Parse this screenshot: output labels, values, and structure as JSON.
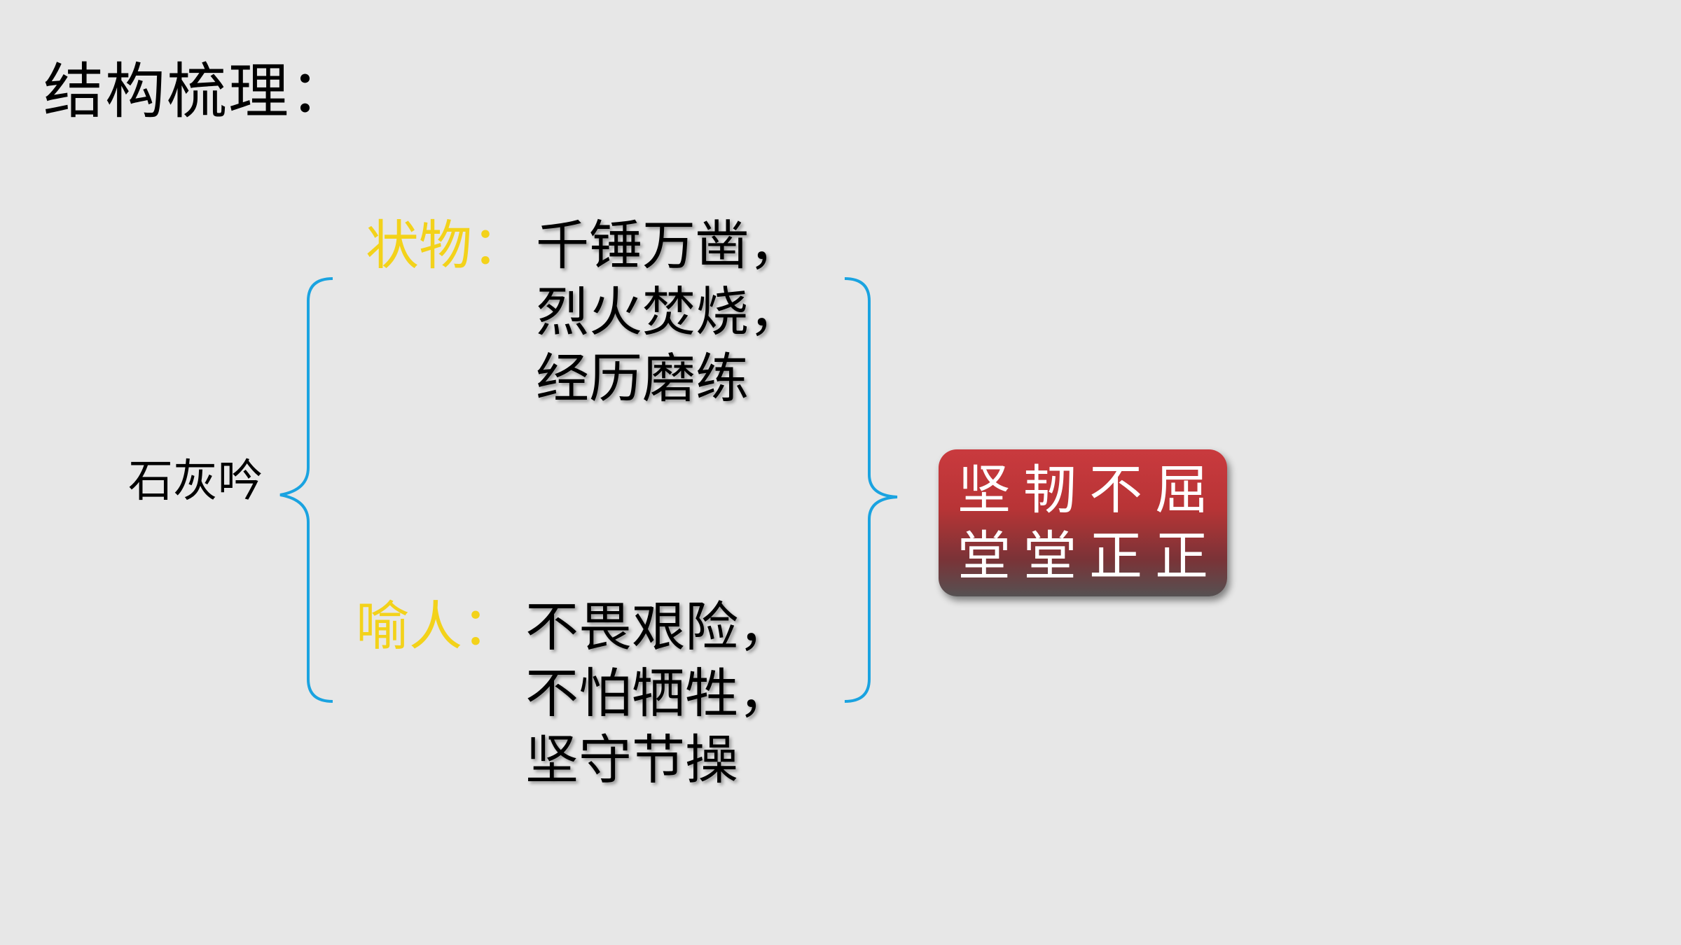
{
  "title": "结构梳理：",
  "root": "石灰吟",
  "branches": [
    {
      "label": "状物：",
      "lines": [
        "千锤万凿，",
        "烈火焚烧，",
        "经历磨练"
      ]
    },
    {
      "label": "喻人：",
      "lines": [
        "不畏艰险，",
        "不怕牺牲，",
        "坚守节操"
      ]
    }
  ],
  "conclusion": {
    "lines": [
      "坚韧不屈",
      "堂堂正正"
    ]
  },
  "colors": {
    "background": "#e7e7e7",
    "label": "#f3d21a",
    "brace": "#1aa3e0",
    "badge_top": "#c93a3e",
    "badge_bottom": "#555152",
    "badge_text": "#ffffff"
  }
}
